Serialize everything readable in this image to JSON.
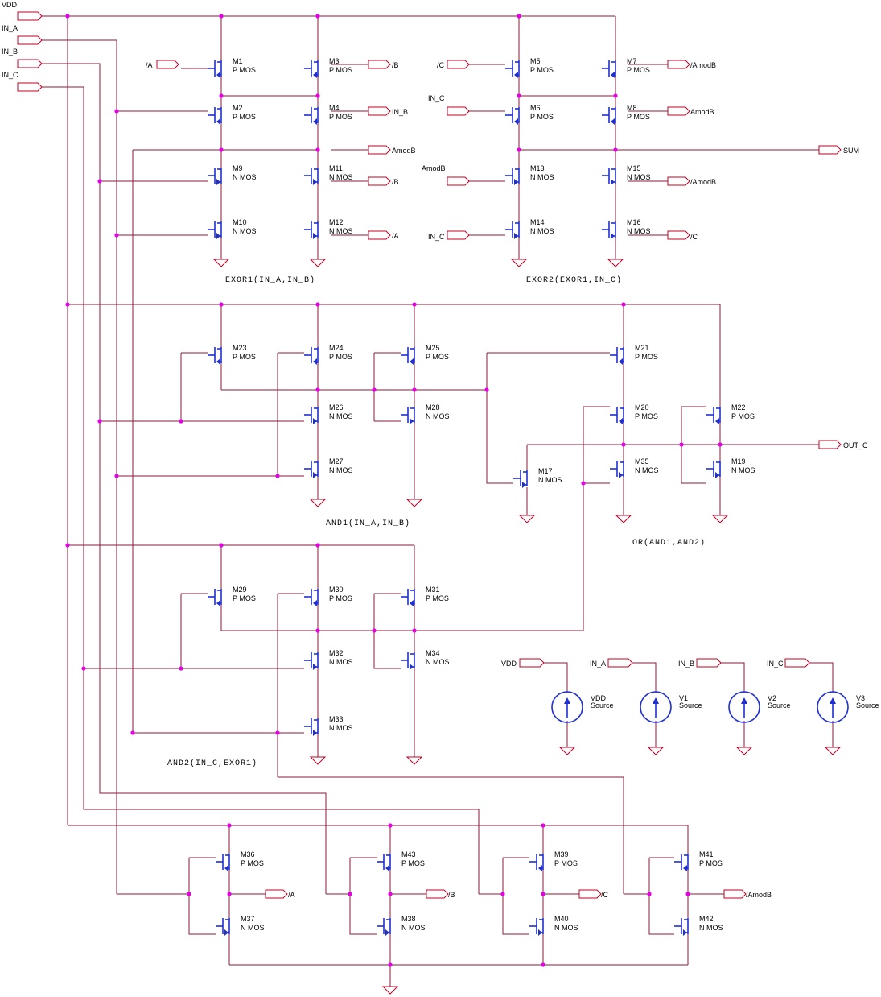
{
  "inputs": [
    "VDD",
    "IN_A",
    "IN_B",
    "IN_C"
  ],
  "section_captions": [
    "EXOR1(IN_A,IN_B)",
    "EXOR2(EXOR1,IN_C)",
    "AND1(IN_A,IN_B)",
    "OR(AND1,AND2)",
    "AND2(IN_C,EXOR1)"
  ],
  "type_labels": {
    "p": "P MOS",
    "n": "N MOS"
  },
  "transistors": [
    {
      "id": "M1",
      "t": "p"
    },
    {
      "id": "M2",
      "t": "p"
    },
    {
      "id": "M3",
      "t": "p"
    },
    {
      "id": "M4",
      "t": "p"
    },
    {
      "id": "M11",
      "t": "n"
    },
    {
      "id": "M9",
      "t": "n"
    },
    {
      "id": "M12",
      "t": "n"
    },
    {
      "id": "M10",
      "t": "n"
    },
    {
      "id": "M5",
      "t": "p"
    },
    {
      "id": "M6",
      "t": "p"
    },
    {
      "id": "M7",
      "t": "p"
    },
    {
      "id": "M8",
      "t": "p"
    },
    {
      "id": "M15",
      "t": "n"
    },
    {
      "id": "M13",
      "t": "n"
    },
    {
      "id": "M16",
      "t": "n"
    },
    {
      "id": "M14",
      "t": "n"
    },
    {
      "id": "M23",
      "t": "p"
    },
    {
      "id": "M24",
      "t": "p"
    },
    {
      "id": "M25",
      "t": "p"
    },
    {
      "id": "M26",
      "t": "n"
    },
    {
      "id": "M28",
      "t": "n"
    },
    {
      "id": "M27",
      "t": "n"
    },
    {
      "id": "M21",
      "t": "p"
    },
    {
      "id": "M20",
      "t": "p"
    },
    {
      "id": "M22",
      "t": "p"
    },
    {
      "id": "M17",
      "t": "n"
    },
    {
      "id": "M35",
      "t": "n"
    },
    {
      "id": "M19",
      "t": "n"
    },
    {
      "id": "M29",
      "t": "p"
    },
    {
      "id": "M30",
      "t": "p"
    },
    {
      "id": "M31",
      "t": "p"
    },
    {
      "id": "M32",
      "t": "n"
    },
    {
      "id": "M34",
      "t": "n"
    },
    {
      "id": "M33",
      "t": "n"
    },
    {
      "id": "M36",
      "t": "p"
    },
    {
      "id": "M37",
      "t": "n"
    },
    {
      "id": "M43",
      "t": "p"
    },
    {
      "id": "M38",
      "t": "n"
    },
    {
      "id": "M39",
      "t": "p"
    },
    {
      "id": "M40",
      "t": "n"
    },
    {
      "id": "M41",
      "t": "p"
    },
    {
      "id": "M42",
      "t": "n"
    }
  ],
  "net_labels": [
    "/A",
    "/B",
    "IN_B",
    "AmodB",
    "/B",
    "/A",
    "/C",
    "IN_C",
    "/AmodB",
    "AmodB",
    "AmodB",
    "/AmodB",
    "IN_C",
    "/C",
    "SUM",
    "OUT_C",
    "/A",
    "/B",
    "/C",
    "/AmodB"
  ],
  "sources": [
    {
      "port": "VDD",
      "name": "VDD",
      "type": "Source"
    },
    {
      "port": "IN_A",
      "name": "V1",
      "type": "Source"
    },
    {
      "port": "IN_B",
      "name": "V2",
      "type": "Source"
    },
    {
      "port": "IN_C",
      "name": "V3",
      "type": "Source"
    }
  ]
}
